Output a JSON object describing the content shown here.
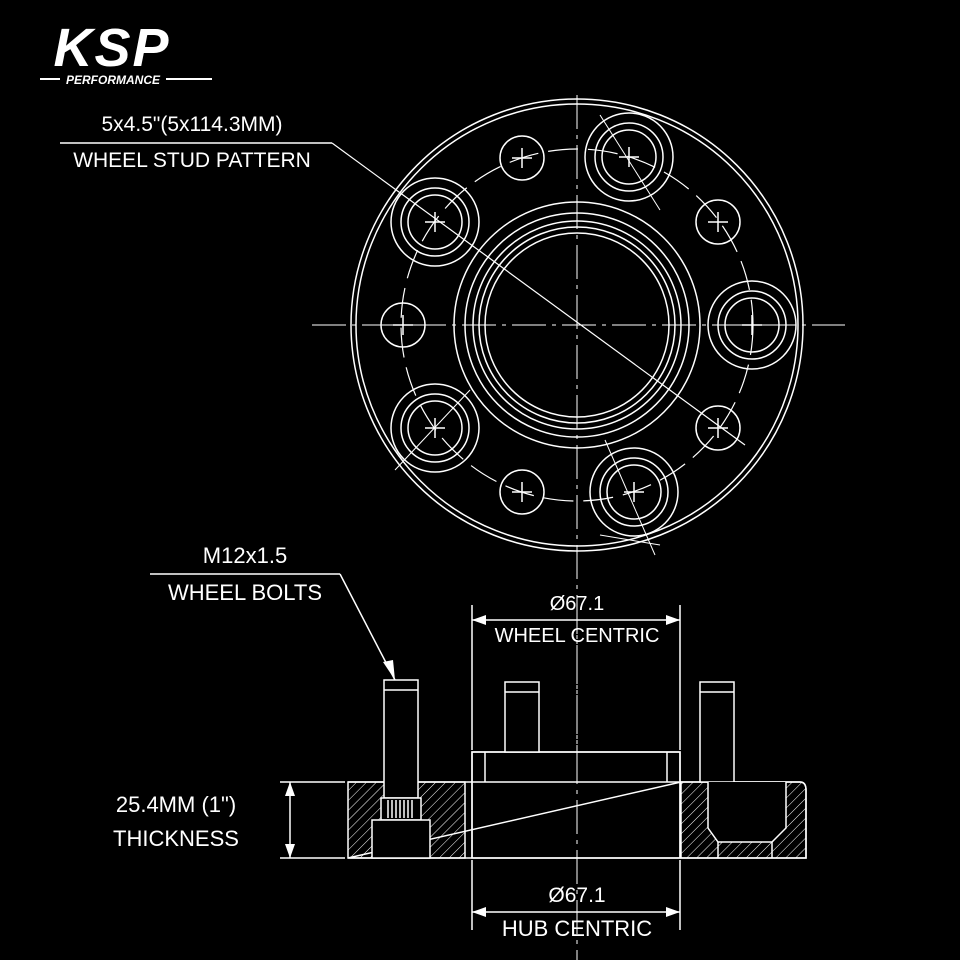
{
  "logo": {
    "brand": "KSP",
    "subtitle": "PERFORMANCE"
  },
  "top_view": {
    "pattern_line1": "5x4.5\"(5x114.3MM)",
    "pattern_line2": "WHEEL STUD PATTERN"
  },
  "side_view": {
    "bolts_line1": "M12x1.5",
    "bolts_line2": "WHEEL BOLTS",
    "wheel_centric_value": "Ø67.1",
    "wheel_centric_label": "WHEEL CENTRIC",
    "thickness_value": "25.4MM (1\")",
    "thickness_label": "THICKNESS",
    "hub_centric_value": "Ø67.1",
    "hub_centric_label": "HUB CENTRIC"
  },
  "colors": {
    "background": "#000000",
    "line": "#ffffff"
  }
}
